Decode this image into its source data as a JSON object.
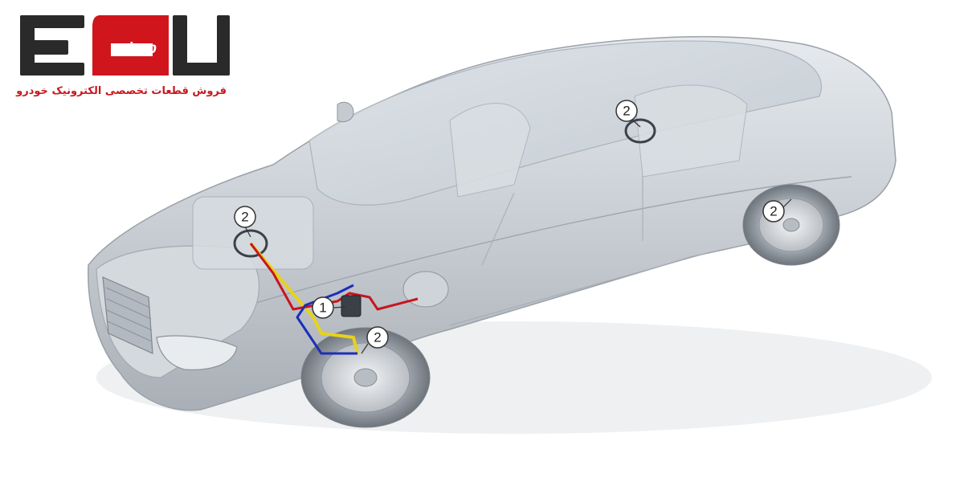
{
  "logo": {
    "brand_icon": "ecu-shop-logo",
    "brand_text": "ECU",
    "shop_label": "shop",
    "tagline": "فروش قطعات تخصصی الکترونیک خودرو",
    "colors": {
      "dark": "#2a2a2a",
      "red": "#d0151c"
    }
  },
  "diagram": {
    "subject": "car-brake-system-diagram",
    "line_colors": {
      "brake_line_a": "#e8d21a",
      "brake_line_b": "#c8151c",
      "brake_line_c": "#1c2fb8"
    },
    "callouts": [
      {
        "id": "unit",
        "label": "1"
      },
      {
        "id": "wheel-front-left",
        "label": "2"
      },
      {
        "id": "wheel-front-right",
        "label": "2"
      },
      {
        "id": "wheel-rear-left",
        "label": "2"
      },
      {
        "id": "wheel-rear-right",
        "label": "2"
      }
    ]
  }
}
